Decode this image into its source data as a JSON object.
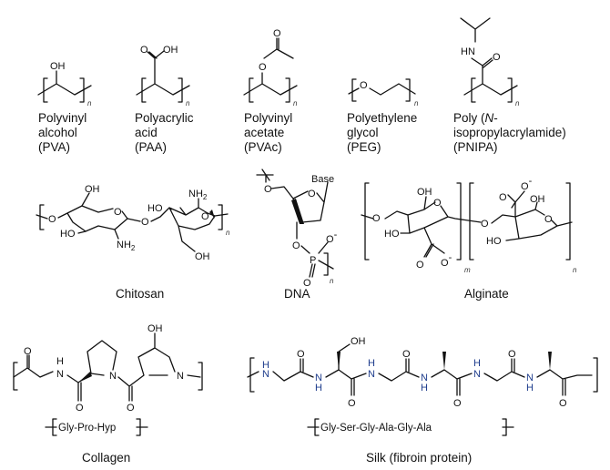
{
  "pva": {
    "name": [
      "Polyvinyl",
      "alcohol",
      "(PVA)"
    ],
    "oh": "OH",
    "n": "n"
  },
  "paa": {
    "name": [
      "Polyacrylic",
      "acid",
      "(PAA)"
    ],
    "o": "O",
    "oh": "OH",
    "n": "n"
  },
  "pvac": {
    "name": [
      "Polyvinyl",
      "acetate",
      "(PVAc)"
    ],
    "o1": "O",
    "o2": "O",
    "n": "n"
  },
  "peg": {
    "name": [
      "Polyethylene",
      "glycol",
      "(PEG)"
    ],
    "o": "O",
    "n": "n"
  },
  "pnipa": {
    "name": [
      "Poly (",
      "N",
      "-",
      "isopropylacrylamide)",
      "(PNIPA)"
    ],
    "hn": "HN",
    "o": "O",
    "n": "n"
  },
  "chitosan": {
    "name": "Chitosan",
    "o_link": "O",
    "oh1": "OH",
    "ho1": "HO",
    "o_ring1": "O",
    "nh2_1": "NH",
    "two": "2",
    "o_bridge": "O",
    "nh2_2": "NH",
    "ho2": "HO",
    "o_ring2": "O",
    "oh2": "OH",
    "n": "n"
  },
  "dna": {
    "name": "DNA",
    "base": "Base",
    "o5": "O",
    "o_ring": "O",
    "o3": "O",
    "p": "P",
    "o_minus": "O",
    "minus": "-",
    "o_double": "O",
    "n": "n"
  },
  "alginate": {
    "name": "Alginate",
    "o_link": "O",
    "oh1": "OH",
    "o_ring1": "O",
    "ho1": "HO",
    "coo_o": "O",
    "coo_minus_o": "O",
    "minus": "-",
    "m": "m",
    "o_bridge": "O",
    "coo2_minus_o": "O",
    "coo2_o": "O",
    "oh2": "OH",
    "o_ring2": "O",
    "ho2": "HO",
    "n": "n"
  },
  "collagen": {
    "name": "Collagen",
    "sequence": "Gly-Pro-Hyp",
    "o1": "O",
    "h": "H",
    "n1": "N",
    "o2": "O",
    "n_pro": "N",
    "o3": "O",
    "oh": "OH",
    "n_hyp": "N"
  },
  "silk": {
    "name": "Silk (fibroin protein)",
    "sequence": "Gly-Ser-Gly-Ala-Gly-Ala",
    "h": "H",
    "n": "N",
    "o": "O",
    "oh": "OH"
  }
}
